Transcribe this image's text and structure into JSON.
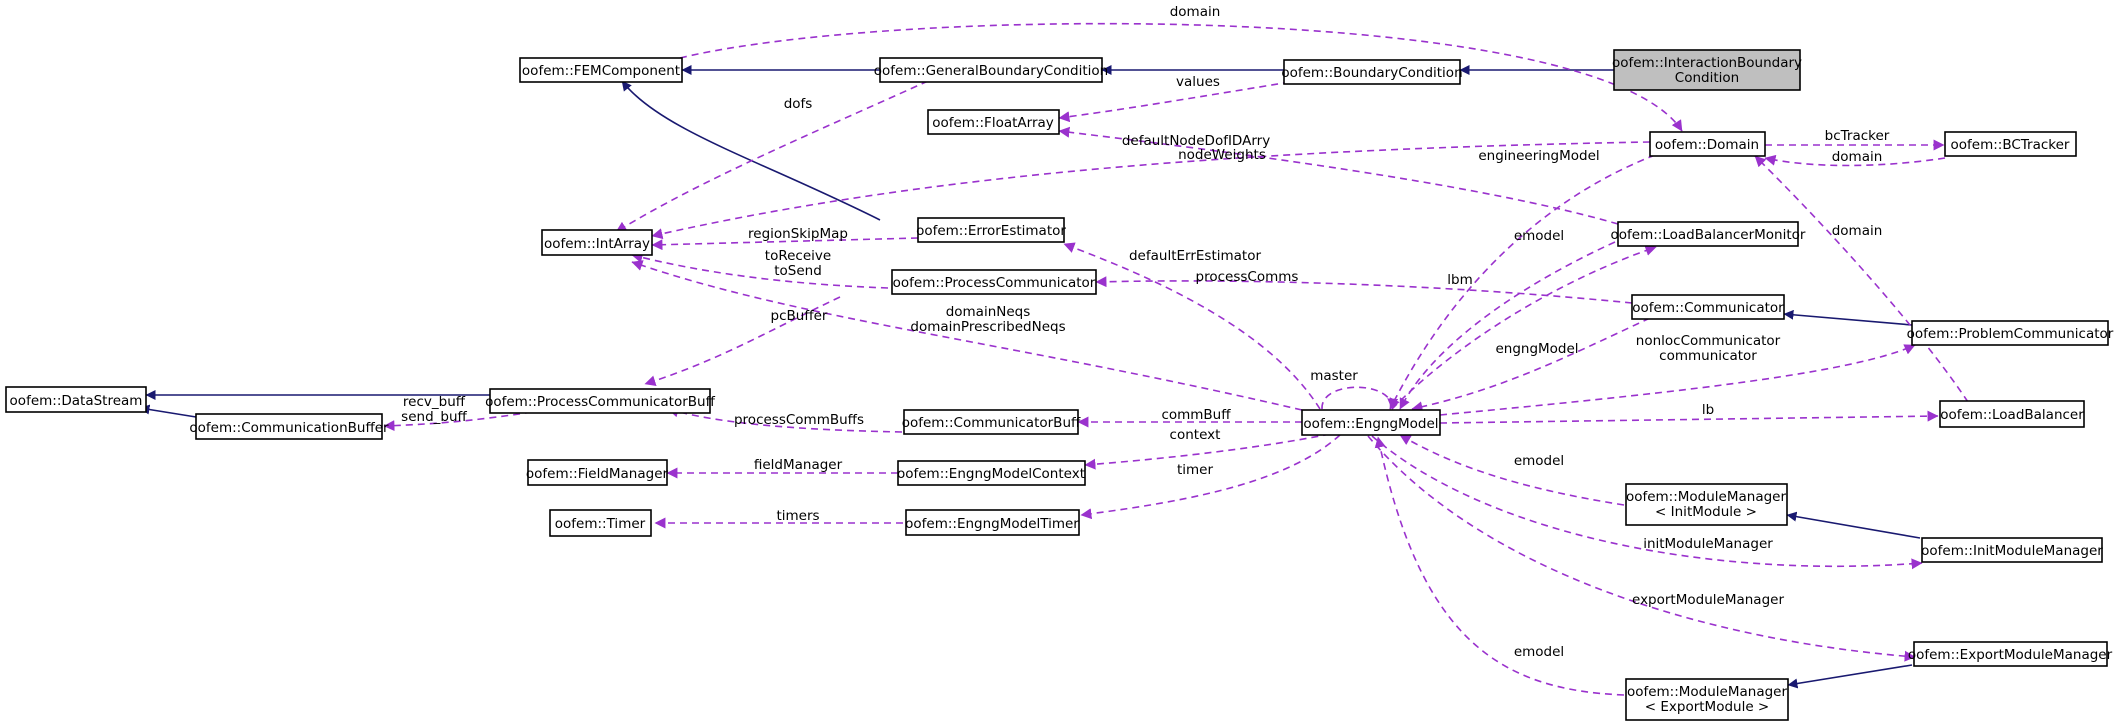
{
  "colors": {
    "inheritance_edge": "#191970",
    "usage_edge": "#9a32cd",
    "highlight_fill": "#bfbfbf",
    "node_fill": "#ffffff"
  },
  "nodes": {
    "interactionBC": [
      "oofem::InteractionBoundary",
      "Condition"
    ],
    "boundaryCondition": [
      "oofem::BoundaryCondition"
    ],
    "generalBC": [
      "oofem::GeneralBoundaryCondition"
    ],
    "femComponent": [
      "oofem::FEMComponent"
    ],
    "floatArray": [
      "oofem::FloatArray"
    ],
    "domain": [
      "oofem::Domain"
    ],
    "bcTracker": [
      "oofem::BCTracker"
    ],
    "intArray": [
      "oofem::IntArray"
    ],
    "errorEstimator": [
      "oofem::ErrorEstimator"
    ],
    "lbMonitor": [
      "oofem::LoadBalancerMonitor"
    ],
    "processCommunicator": [
      "oofem::ProcessCommunicator"
    ],
    "communicator": [
      "oofem::Communicator"
    ],
    "problemCommunicator": [
      "oofem::ProblemCommunicator"
    ],
    "dataStream": [
      "oofem::DataStream"
    ],
    "pcBuff": [
      "oofem::ProcessCommunicatorBuff"
    ],
    "commBuffer": [
      "oofem::CommunicationBuffer"
    ],
    "communicatorBuff": [
      "oofem::CommunicatorBuff"
    ],
    "engngModel": [
      "oofem::EngngModel"
    ],
    "loadBalancer": [
      "oofem::LoadBalancer"
    ],
    "fieldManager": [
      "oofem::FieldManager"
    ],
    "engngModelContext": [
      "oofem::EngngModelContext"
    ],
    "timer": [
      "oofem::Timer"
    ],
    "engngModelTimer": [
      "oofem::EngngModelTimer"
    ],
    "mmInit": [
      "oofem::ModuleManager",
      "< InitModule >"
    ],
    "initMM": [
      "oofem::InitModuleManager"
    ],
    "exportMM": [
      "oofem::ExportModuleManager"
    ],
    "mmExport": [
      "oofem::ModuleManager",
      "< ExportModule >"
    ]
  },
  "edge_labels": {
    "domain_top": [
      "domain"
    ],
    "dofs": [
      "dofs"
    ],
    "values": [
      "values"
    ],
    "bcTracker": [
      "bcTracker"
    ],
    "domain_back": [
      "domain"
    ],
    "defaultNodeDofIDArry": [
      "defaultNodeDofIDArry"
    ],
    "nodeWeights": [
      "nodeWeights"
    ],
    "engineeringModel": [
      "engineeringModel"
    ],
    "regionSkipMap": [
      "regionSkipMap"
    ],
    "toReceive": [
      "toReceive",
      "toSend"
    ],
    "defaultErrEstimator": [
      "defaultErrEstimator"
    ],
    "domain_lb": [
      "domain"
    ],
    "emodel_lbm": [
      "emodel"
    ],
    "processComms": [
      "processComms"
    ],
    "lbm": [
      "lbm"
    ],
    "pcBuffer": [
      "pcBuffer"
    ],
    "domainNeqs": [
      "domainNeqs",
      "domainPrescribedNeqs"
    ],
    "engngModel_comm": [
      "engngModel"
    ],
    "master": [
      "master"
    ],
    "nonloc": [
      "nonlocCommunicator",
      "communicator"
    ],
    "recv_buff": [
      "recv_buff",
      "send_buff"
    ],
    "processCommBuffs": [
      "processCommBuffs"
    ],
    "commBuff": [
      "commBuff"
    ],
    "lb": [
      "lb"
    ],
    "context": [
      "context"
    ],
    "fieldManager": [
      "fieldManager"
    ],
    "emodel_init": [
      "emodel"
    ],
    "timer": [
      "timer"
    ],
    "timers": [
      "timers"
    ],
    "initModuleManager": [
      "initModuleManager"
    ],
    "exportModuleManager": [
      "exportModuleManager"
    ],
    "emodel_export": [
      "emodel"
    ]
  }
}
